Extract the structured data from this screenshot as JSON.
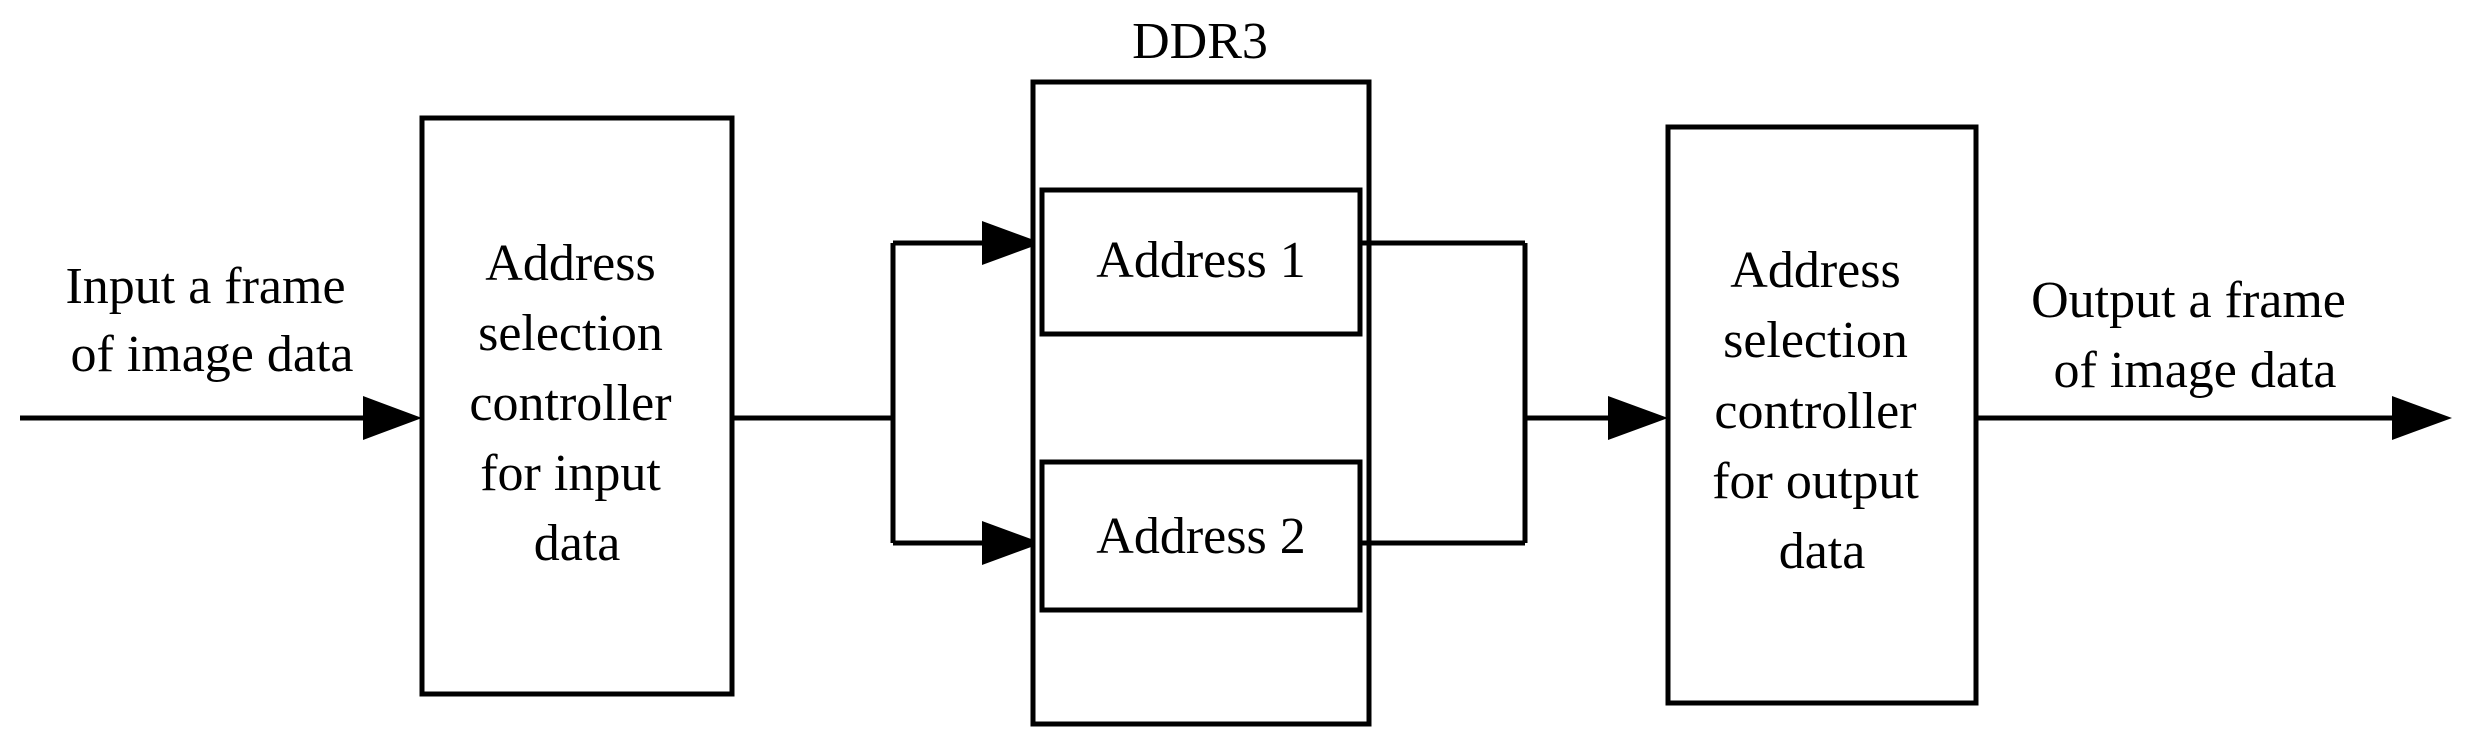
{
  "diagram": {
    "input_label": [
      "Input a frame",
      "of image data"
    ],
    "output_label": [
      "Output a frame",
      "of image data"
    ],
    "input_controller": [
      "Address",
      "selection",
      "controller",
      "for input",
      "data"
    ],
    "output_controller": [
      "Address",
      "selection",
      "controller",
      "for output",
      "data"
    ],
    "memory_title": "DDR3",
    "address_1": "Address 1",
    "address_2": "Address 2"
  },
  "colors": {
    "stroke": "#000000",
    "background": "#ffffff"
  }
}
